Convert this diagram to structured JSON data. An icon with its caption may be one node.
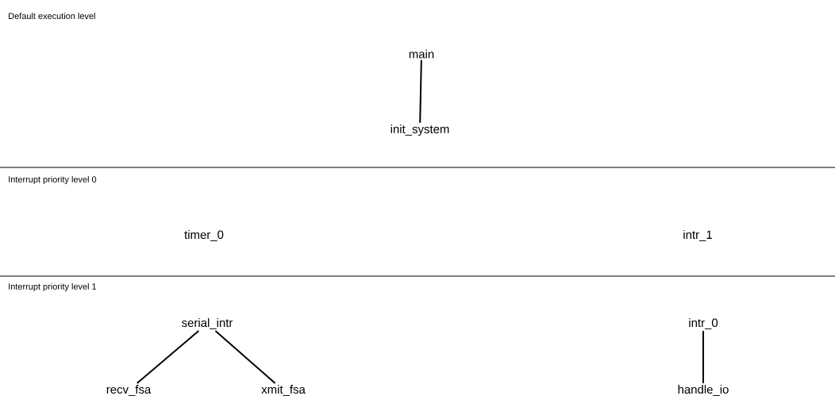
{
  "diagram": {
    "nodes": [
      {
        "text": [
          "main"
        ]
      },
      {
        "text": [
          "init_system"
        ]
      },
      {
        "text": [
          "timer_0"
        ]
      },
      {
        "text": [
          "intr_1"
        ]
      },
      {
        "text": [
          "serial_intr"
        ]
      },
      {
        "text": [
          "recv_fsa"
        ]
      },
      {
        "text": [
          "xmit_fsa"
        ]
      },
      {
        "text": [
          "intr_0"
        ]
      },
      {
        "text": [
          "handle_io"
        ]
      }
    ],
    "edges": [
      {
        "from": 0,
        "to": 1,
        "arrow": "none"
      },
      {
        "from": 4,
        "to": 5,
        "arrow": "none"
      },
      {
        "from": 4,
        "to": 6,
        "arrow": "none"
      },
      {
        "from": 7,
        "to": 8,
        "arrow": "none"
      }
    ],
    "labels": [
      "Default execution level",
      "Interrupt priority level 0",
      "Interrupt priority level 1"
    ]
  }
}
